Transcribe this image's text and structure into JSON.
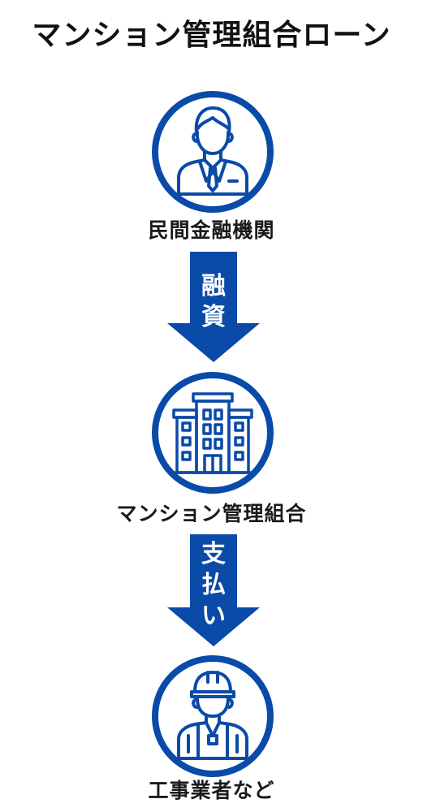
{
  "title": "マンション管理組合ローン",
  "colors": {
    "primary": "#0a4aa8",
    "text": "#1a1a1a"
  },
  "nodes": [
    {
      "label": "民間金融機関",
      "icon": "businessman-icon"
    },
    {
      "label": "マンション管理組合",
      "icon": "apartment-building-icon"
    },
    {
      "label": "工事業者など",
      "icon": "construction-worker-icon"
    }
  ],
  "arrows": [
    {
      "chars": [
        "融",
        "資"
      ]
    },
    {
      "chars": [
        "支",
        "払",
        "い"
      ]
    }
  ]
}
